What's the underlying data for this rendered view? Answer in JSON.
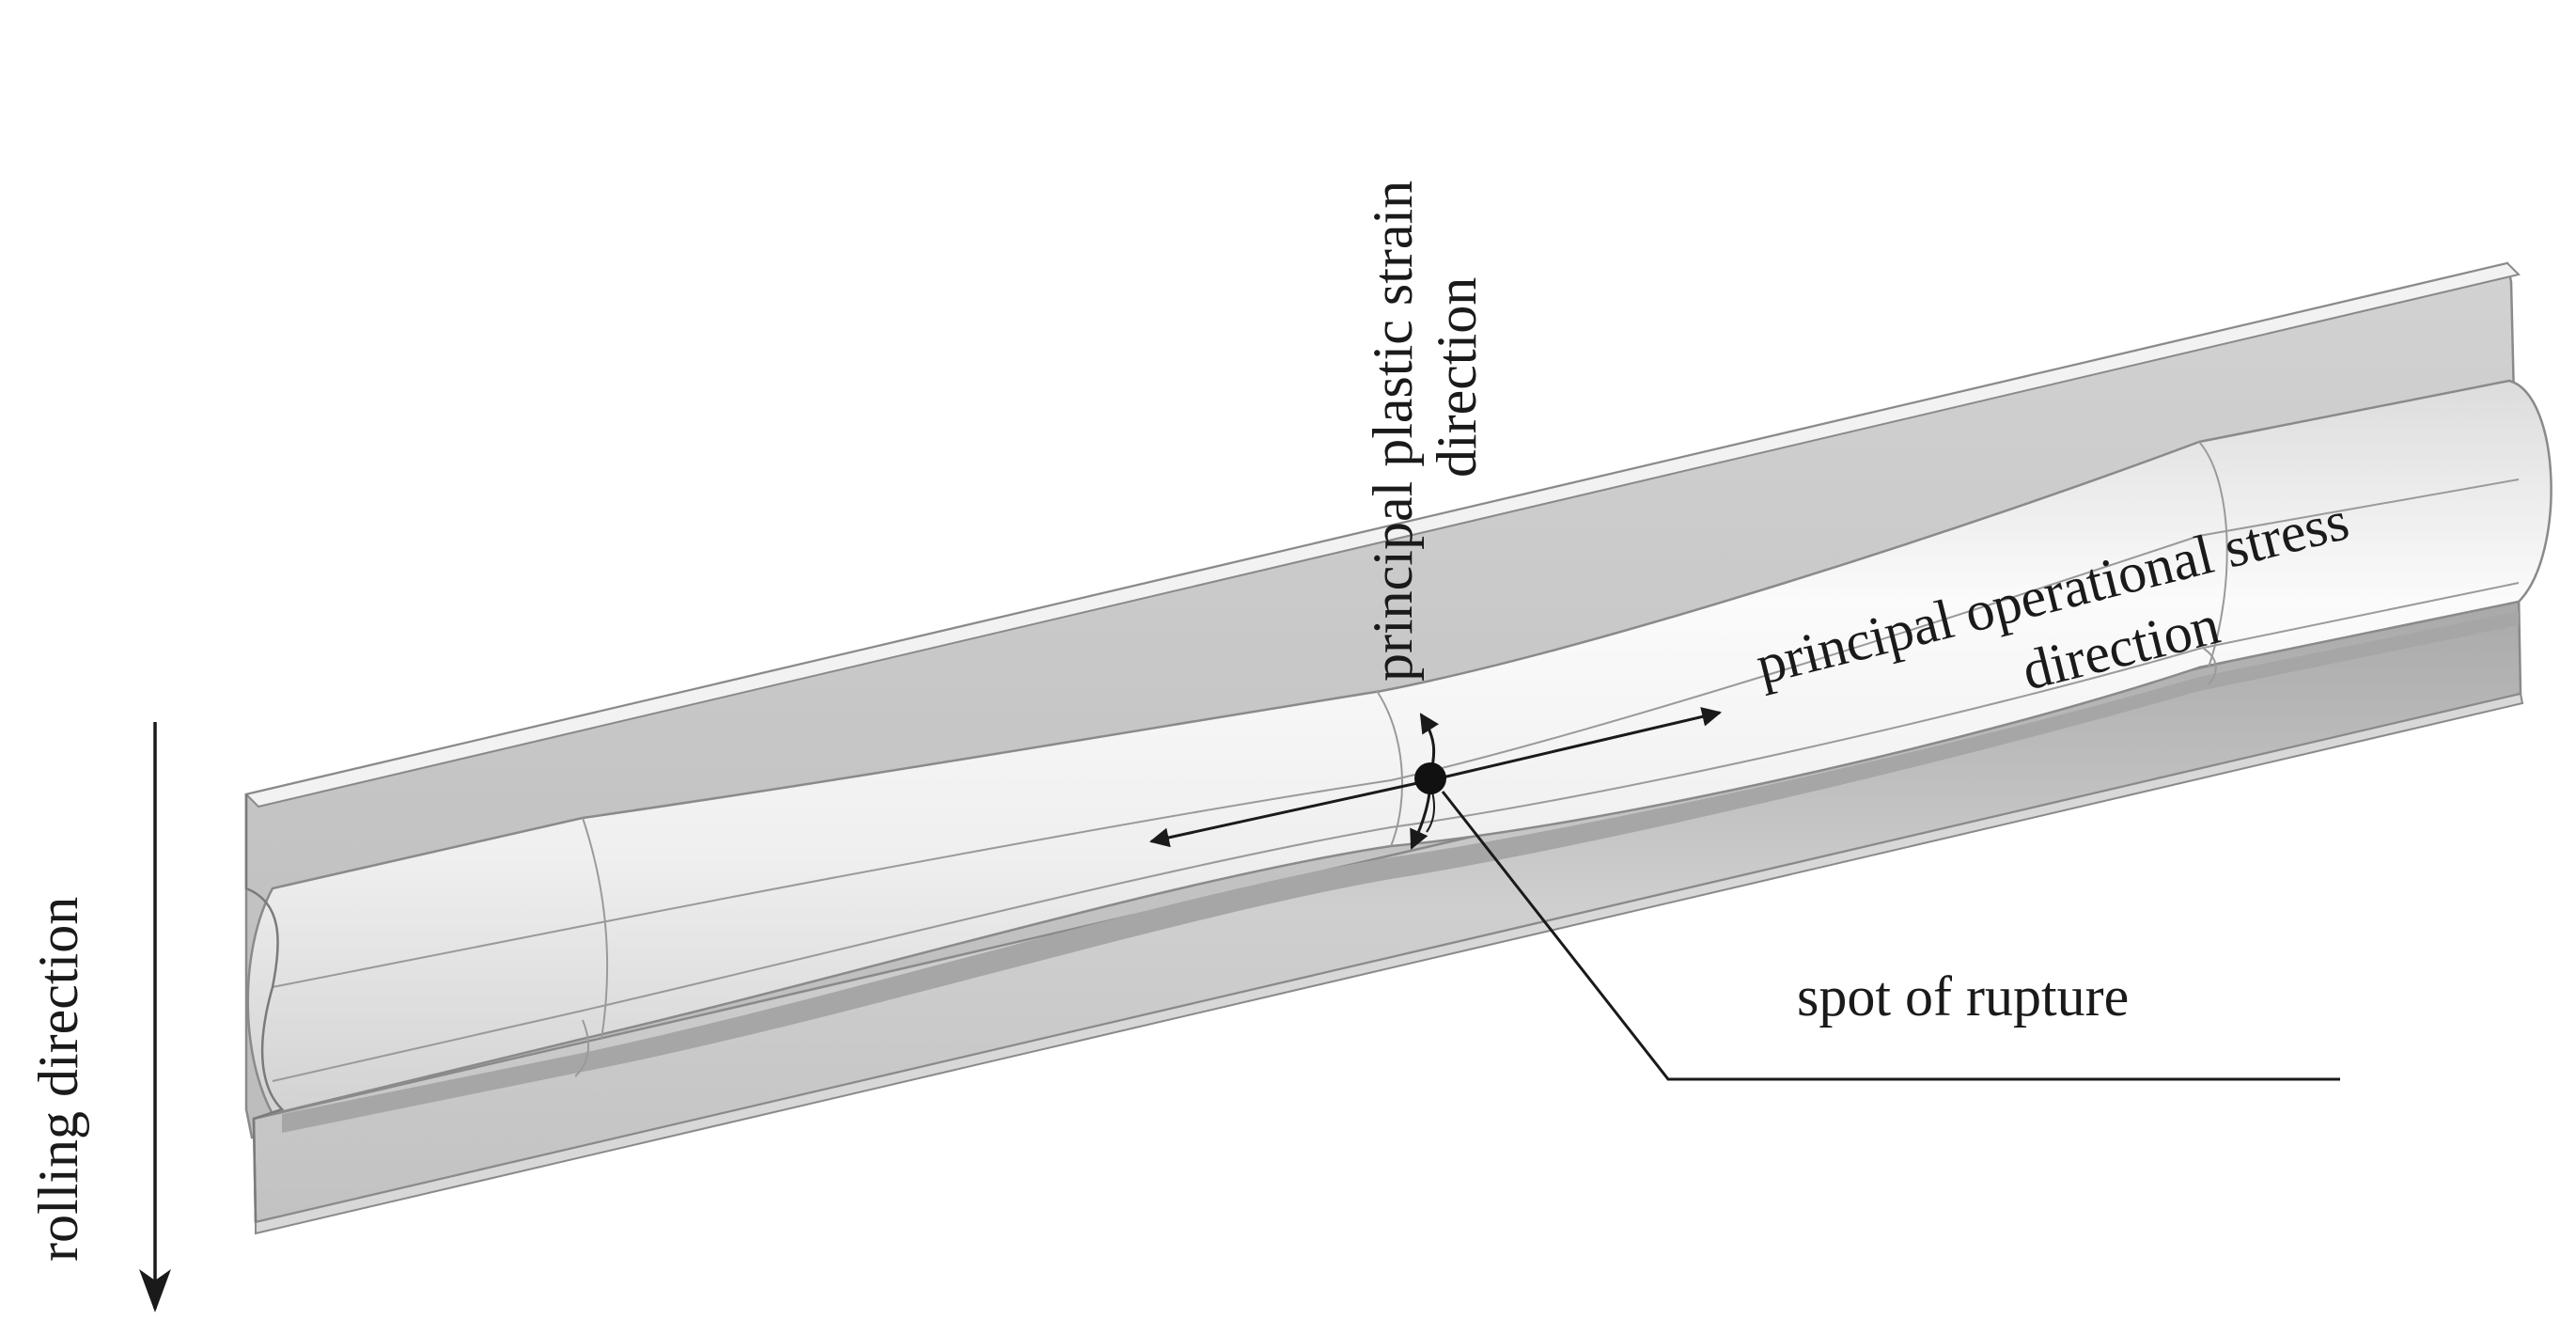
{
  "diagram": {
    "labels": {
      "rolling_direction": "rolling direction",
      "plastic_strain_line1": "principal plastic strain",
      "plastic_strain_line2": "direction",
      "operational_stress_line1": "principal operational stress",
      "operational_stress_line2": "direction",
      "rupture": "spot of rupture"
    },
    "colors": {
      "flange": "#c4c4c4",
      "flange_top": "#f0f0f0",
      "groove": "#ededed",
      "groove_highlight": "#fafafa",
      "shadow": "#b3b3b3",
      "ink": "#1a1a1a"
    }
  }
}
